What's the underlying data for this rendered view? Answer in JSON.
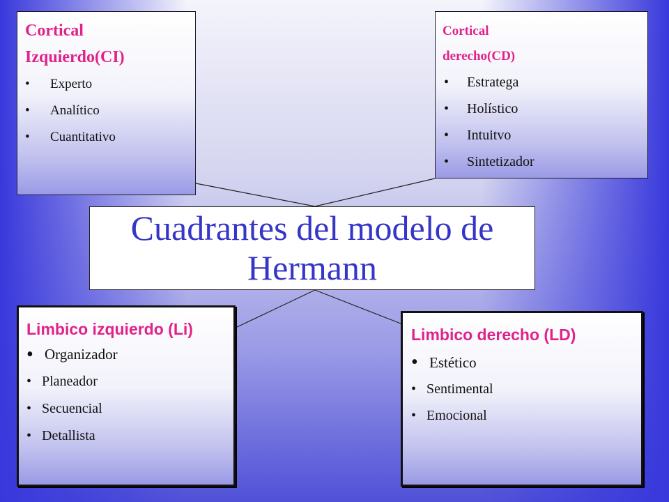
{
  "title": "Cuadrantes del modelo de Hermann",
  "quadrants": {
    "cortical_izquierdo": {
      "title_line1": "Cortical",
      "title_line2": "Izquierdo(CI)",
      "items": [
        "Experto",
        "Analítico",
        "Cuantitativo"
      ]
    },
    "cortical_derecho": {
      "title_line1": "Cortical",
      "title_line2": "derecho(CD)",
      "items": [
        "Estratega",
        "Holístico",
        "Intuitvo",
        "Sintetizador"
      ]
    },
    "limbico_izquierdo": {
      "title": "Limbico izquierdo (Li)",
      "items": [
        "Organizador",
        "Planeador",
        "Secuencial",
        "Detallista"
      ]
    },
    "limbico_derecho": {
      "title": "Limbico derecho (LD)",
      "items": [
        "Estético",
        "Sentimental",
        "Emocional"
      ]
    }
  },
  "colors": {
    "quadrant_title": "#e0228a",
    "main_title": "#3535c8",
    "background_blue": "#3838dc"
  }
}
